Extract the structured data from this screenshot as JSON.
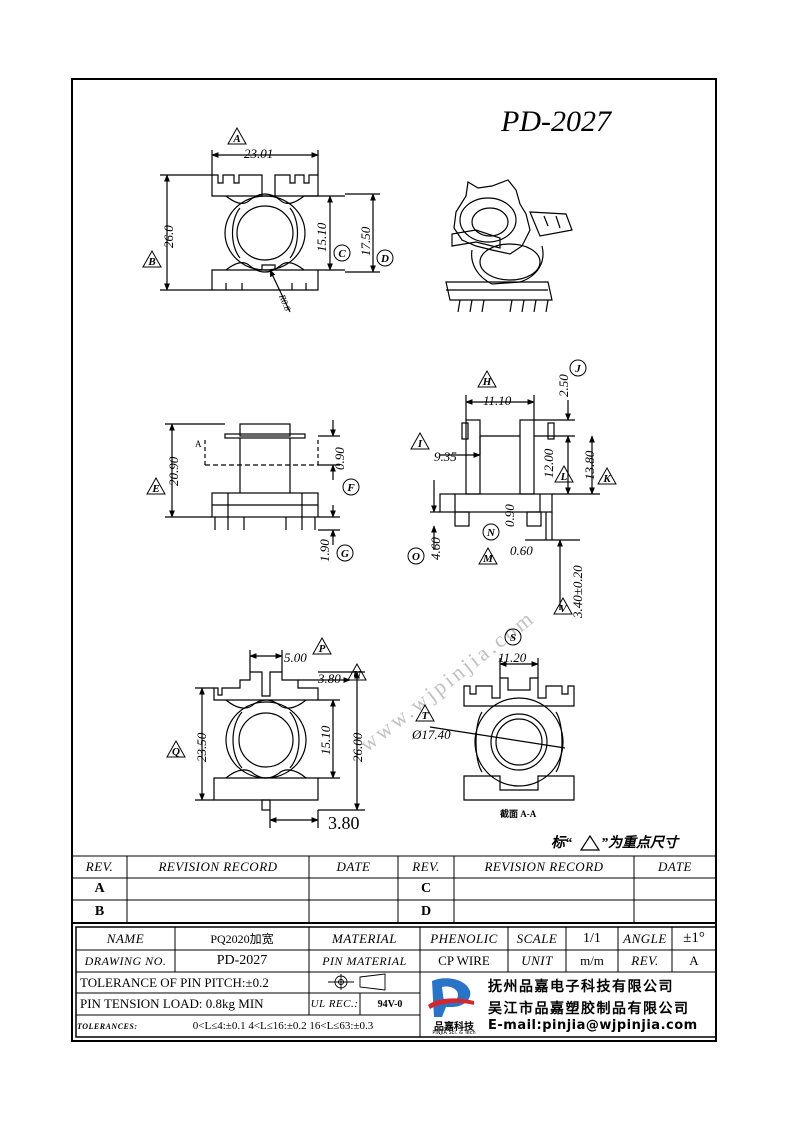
{
  "title": "PD-2027",
  "dims": {
    "A": "23.01",
    "B": "26.0",
    "C": "15.10",
    "D": "17.50",
    "R": "R0.8",
    "E": "20.90",
    "F": "0.90",
    "G": "1.90",
    "H": "11.10",
    "J": "2.50",
    "I": "9.35",
    "L": "12.00",
    "K": "13.80",
    "N": "0.90",
    "O": "4.60",
    "M": "0.60",
    "V": "3.40±0.20",
    "P": "5.00",
    "U": "3.80",
    "Q": "23.50",
    "C2": "15.10",
    "D2": "26.00",
    "W": "3.80",
    "S": "11.20",
    "T": "Ø17.40"
  },
  "markers": [
    "A",
    "B",
    "C",
    "D",
    "E",
    "F",
    "G",
    "H",
    "I",
    "J",
    "K",
    "L",
    "M",
    "N",
    "O",
    "P",
    "Q",
    "S",
    "T",
    "U",
    "V"
  ],
  "section_label": "截面  A-A",
  "section_mark_a": "A",
  "watermark": "www.wjpinjia.com",
  "note": {
    "prefix": "标“",
    "suffix": "”为重点尺寸"
  },
  "revision": {
    "headers": [
      "REV.",
      "REVISION  RECORD",
      "DATE",
      "REV.",
      "REVISION  RECORD",
      "DATE"
    ],
    "rows": [
      [
        "A",
        "",
        "",
        "C",
        "",
        ""
      ],
      [
        "B",
        "",
        "",
        "D",
        "",
        ""
      ]
    ]
  },
  "titleblock": {
    "name_label": "NAME",
    "name_value": "PQ2020加宽",
    "material_label": "MATERIAL",
    "material_value": "PHENOLIC",
    "scale_label": "SCALE",
    "scale_value": "1/1",
    "angle_label": "ANGLE",
    "angle_value": "±1°",
    "drawing_label": "DRAWING  NO.",
    "drawing_value": "PD-2027",
    "pin_material_label": "PIN  MATERIAL",
    "pin_material_value": "CP WIRE",
    "unit_label": "UNIT",
    "unit_value": "m/m",
    "rev_label": "REV.",
    "rev_value": "A",
    "tol_pitch": "TOLERANCE OF PIN PITCH:±0.2",
    "tension": "PIN TENSION LOAD: 0.8kg  MIN",
    "ul_label": "UL REC.:",
    "ul_value": "94V-0",
    "tolerances_label": "TOLERANCES:",
    "tolerances_value": "0<L≤4:±0.1 4<L≤16:±0.2 16<L≤63:±0.3",
    "logo_text": "品嘉科技",
    "logo_sub": "PINJIA Sci. & Tech",
    "company1": "抚州品嘉电子科技有限公司",
    "company2": "吴江市品嘉塑胶制品有限公司",
    "email": "E-mail:pinjia@wjpinjia.com"
  }
}
